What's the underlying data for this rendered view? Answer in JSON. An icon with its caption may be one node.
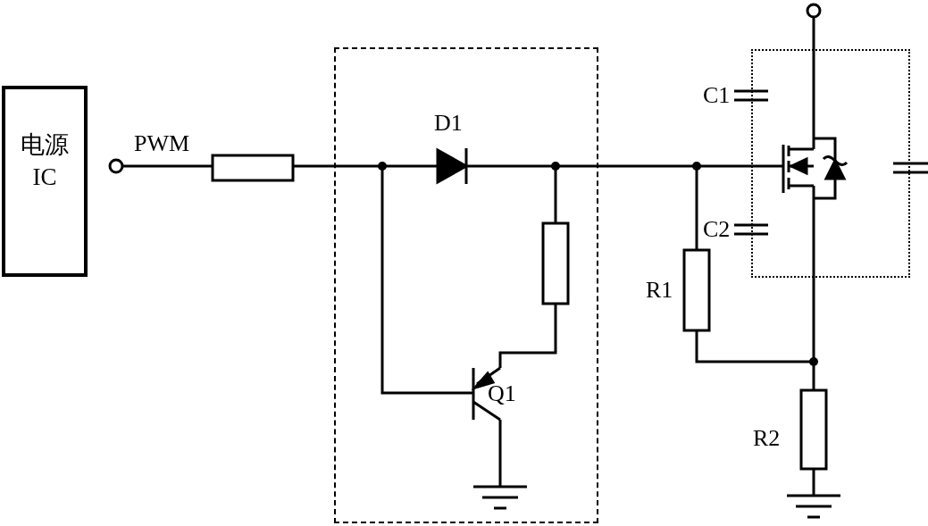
{
  "diagram": {
    "nodes": [
      {
        "text": [
          "电源IC"
        ]
      }
    ],
    "labels": [
      "PWM",
      "D1",
      "Q1",
      "C1",
      "C2",
      "R1",
      "R2"
    ]
  }
}
